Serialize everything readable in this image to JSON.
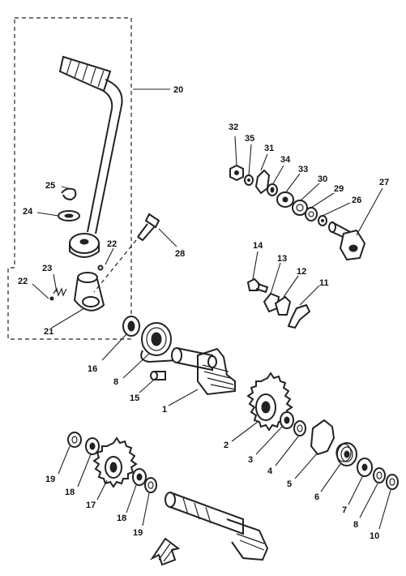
{
  "diagram": {
    "labels": {
      "p1": "1",
      "p2": "2",
      "p3": "3",
      "p4": "4",
      "p5": "5",
      "p6": "6",
      "p7": "7",
      "p8a": "8",
      "p8b": "8",
      "p10": "10",
      "p11": "11",
      "p12": "12",
      "p13": "13",
      "p14": "14",
      "p15": "15",
      "p16": "16",
      "p17": "17",
      "p18a": "18",
      "p18b": "18",
      "p19a": "19",
      "p19b": "19",
      "p20": "20",
      "p21": "21",
      "p22a": "22",
      "p22b": "22",
      "p23": "23",
      "p24": "24",
      "p25": "25",
      "p26": "26",
      "p27": "27",
      "p28": "28",
      "p29": "29",
      "p30": "30",
      "p31": "31",
      "p32": "32",
      "p33": "33",
      "p34": "34",
      "p35": "35"
    }
  }
}
